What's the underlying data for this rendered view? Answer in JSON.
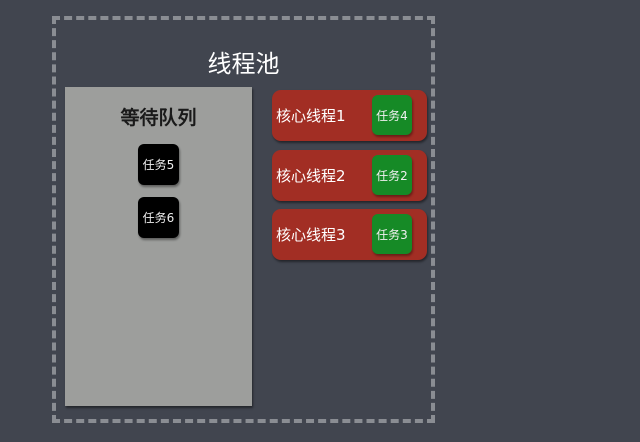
{
  "pool": {
    "title": "线程池",
    "border_color": "#8a8d93"
  },
  "queue": {
    "title": "等待队列",
    "tasks": [
      {
        "label": "任务5"
      },
      {
        "label": "任务6"
      }
    ]
  },
  "threads": [
    {
      "label": "核心线程1",
      "task": "任务4"
    },
    {
      "label": "核心线程2",
      "task": "任务2"
    },
    {
      "label": "核心线程3",
      "task": "任务3"
    }
  ],
  "colors": {
    "background": "#41454f",
    "queue": "#9d9e9c",
    "thread": "#a22e24",
    "running_task": "#168a26",
    "waiting_task": "#000000"
  }
}
